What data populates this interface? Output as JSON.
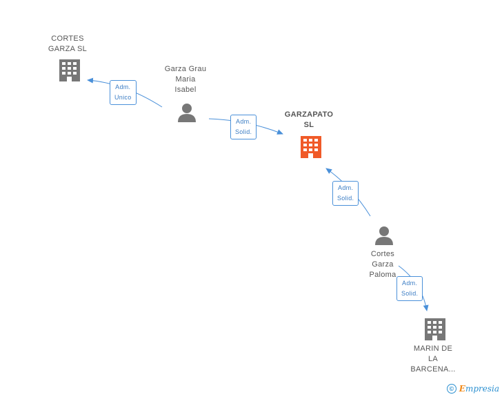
{
  "nodes": {
    "cortes_garza_sl": {
      "line1": "CORTES",
      "line2": "GARZA SL",
      "type": "company"
    },
    "garza_grau": {
      "line1": "Garza Grau",
      "line2": "Maria",
      "line3": "Isabel",
      "type": "person"
    },
    "garzapato": {
      "line1": "GARZAPATO",
      "line2": "SL",
      "type": "company",
      "highlight": true
    },
    "cortes_garza_paloma": {
      "line1": "Cortes",
      "line2": "Garza",
      "line3": "Paloma",
      "type": "person"
    },
    "marin_barcena": {
      "line1": "MARIN DE",
      "line2": "LA",
      "line3": "BARCENA...",
      "type": "company"
    }
  },
  "relations": {
    "r1": {
      "line1": "Adm.",
      "line2": "Unico"
    },
    "r2": {
      "line1": "Adm.",
      "line2": "Solid."
    },
    "r3": {
      "line1": "Adm.",
      "line2": "Solid."
    },
    "r4": {
      "line1": "Adm.",
      "line2": "Solid."
    }
  },
  "colors": {
    "company": "#777777",
    "highlight": "#f05a28",
    "person": "#777777",
    "edge": "#4a90d9"
  },
  "footer": {
    "copyright": "©",
    "brand_e": "E",
    "brand_rest": "mpresia"
  }
}
